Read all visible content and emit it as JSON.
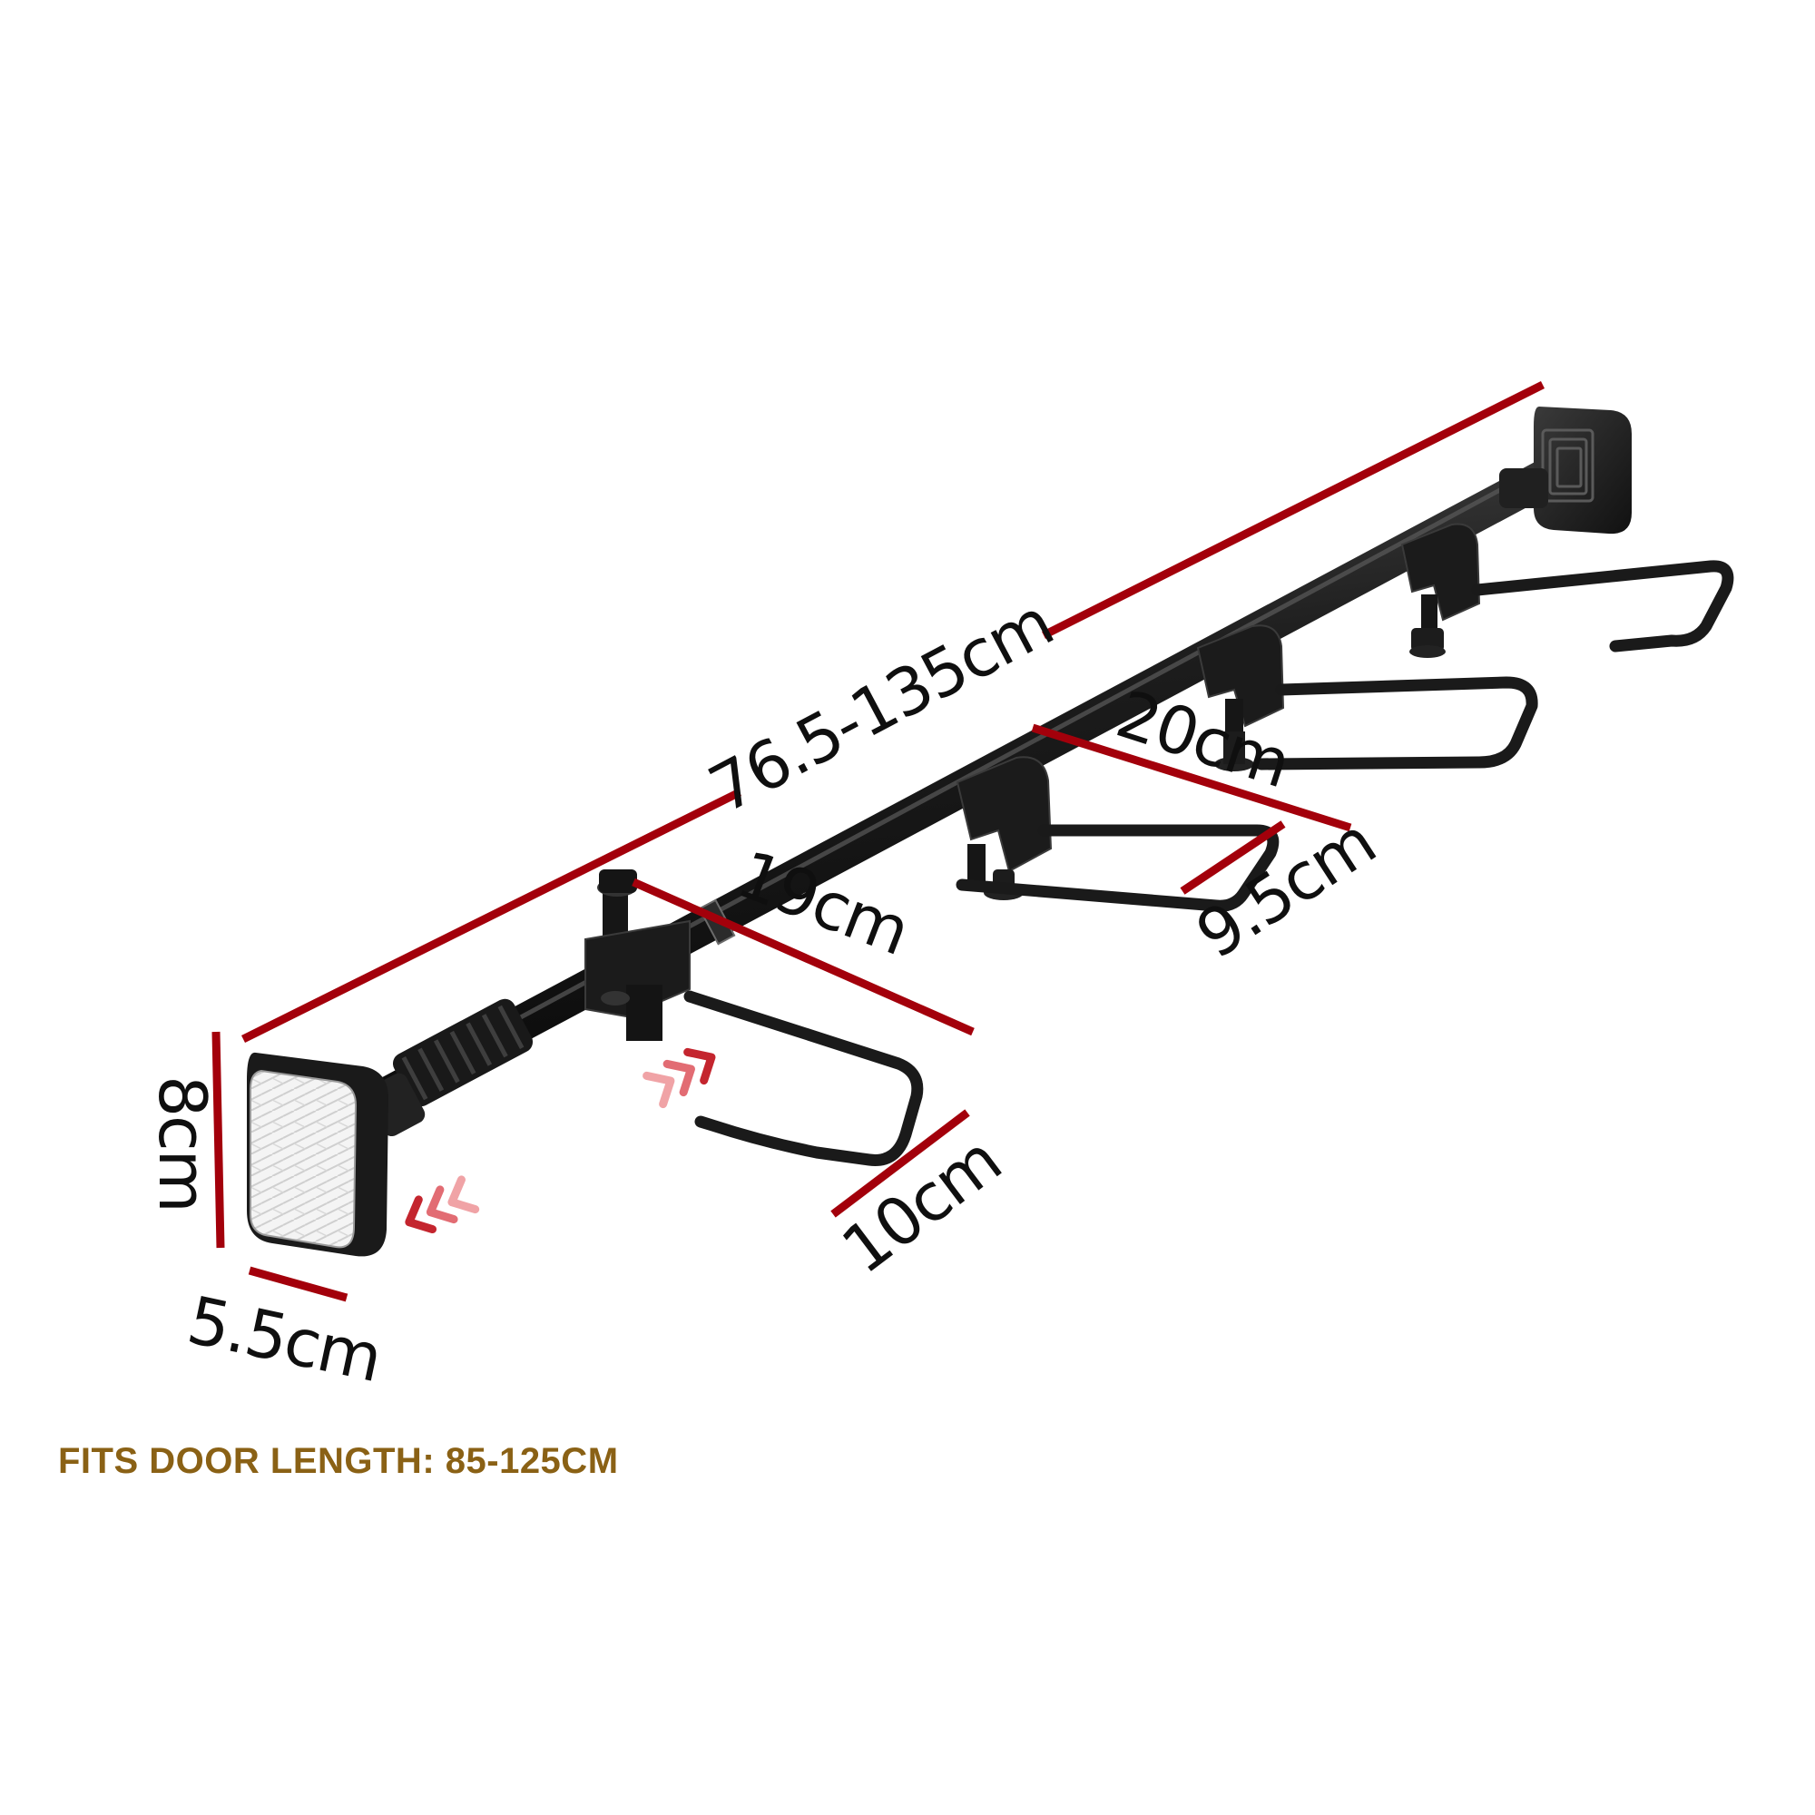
{
  "colors": {
    "dimension_line": "#a3000b",
    "product": "#1a1a1a",
    "caption": "#8a6115",
    "arrow_dark": "#c4252e",
    "arrow_light": "#f0a3a6"
  },
  "dimensions": {
    "overall_length": "76.5-135cm",
    "hook_spacing_top": "20cm",
    "hook_spacing_bottom": "19cm",
    "hook_width": "9.5cm",
    "hook_depth": "10cm",
    "cap_height": "8cm",
    "cap_width": "5.5cm"
  },
  "caption": {
    "door_fit": "FITS DOOR LENGTH: 85-125CM"
  }
}
